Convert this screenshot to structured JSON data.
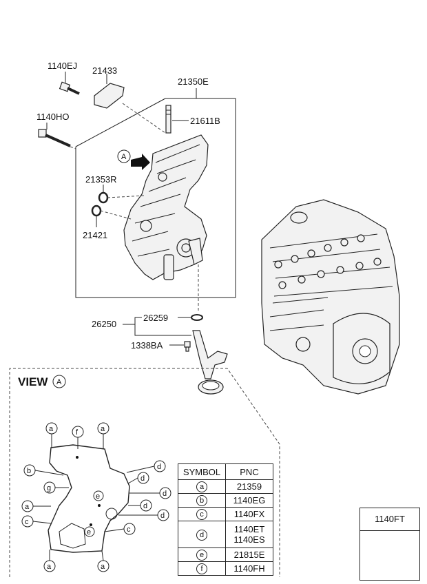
{
  "callouts": {
    "p1140EJ": "1140EJ",
    "p21433": "21433",
    "p21350E": "21350E",
    "p1140HO": "1140HO",
    "p21611B": "21611B",
    "p21353R": "21353R",
    "p21421": "21421",
    "p26259": "26259",
    "p26250": "26250",
    "p1338BA": "1338BA"
  },
  "view_marker": "A",
  "view": {
    "title": "VIEW",
    "marker": "A",
    "letters": {
      "a": "a",
      "b": "b",
      "c": "c",
      "d": "d",
      "e": "e",
      "f": "f",
      "g": "g"
    }
  },
  "symbol_table": {
    "headers": [
      "SYMBOL",
      "PNC"
    ],
    "rows": [
      {
        "symbol": "a",
        "pnc": "21359"
      },
      {
        "symbol": "b",
        "pnc": "1140EG"
      },
      {
        "symbol": "c",
        "pnc": "1140FX"
      },
      {
        "symbol": "d",
        "pnc": "1140ET",
        "pnc2": "1140ES"
      },
      {
        "symbol": "e",
        "pnc": "21815E"
      },
      {
        "symbol": "f",
        "pnc": "1140FH"
      }
    ]
  },
  "fastener_box": {
    "label": "1140FT"
  }
}
